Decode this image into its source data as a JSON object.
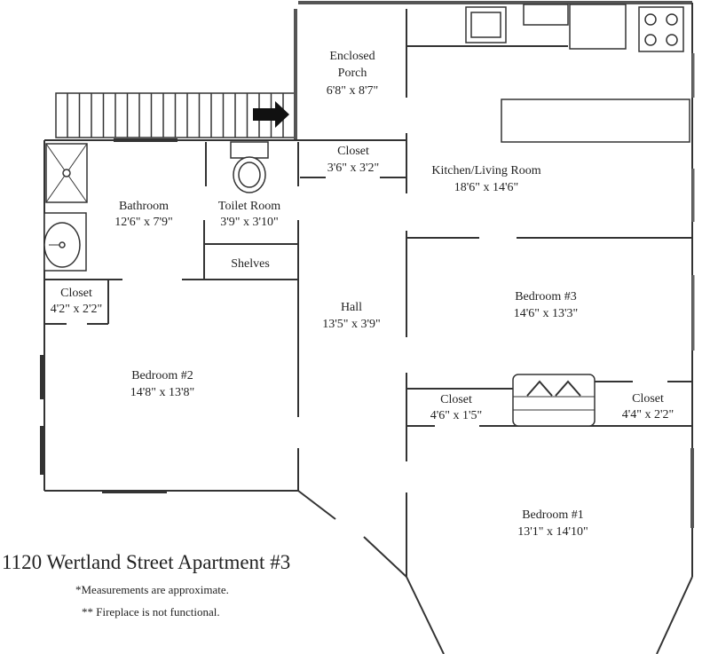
{
  "title": "1120 Wertland Street Apartment #3",
  "notes": [
    "*Measurements are approximate.",
    "** Fireplace is not functional."
  ],
  "rooms": [
    {
      "name": "Enclosed",
      "name2": "Porch",
      "size": "6'8\" x 8'7\""
    },
    {
      "name": "Closet",
      "size": "3'6\" x 3'2\""
    },
    {
      "name": "Kitchen/Living Room",
      "size": "18'6\" x 14'6\""
    },
    {
      "name": "Bathroom",
      "size": "12'6\" x 7'9\""
    },
    {
      "name": "Toilet Room",
      "size": "3'9\" x 3'10\""
    },
    {
      "name": "Shelves"
    },
    {
      "name": "Closet",
      "size": "4'2\" x 2'2\""
    },
    {
      "name": "Hall",
      "size": "13'5\" x 3'9\""
    },
    {
      "name": "Bedroom #3",
      "size": "14'6\" x 13'3\""
    },
    {
      "name": "Bedroom #2",
      "size": "14'8\" x 13'8\""
    },
    {
      "name": "Closet",
      "size": "4'6\" x 1'5\""
    },
    {
      "name": "Closet",
      "size": "4'4\" x 2'2\""
    },
    {
      "name": "Bedroom #1",
      "size": "13'1\" x 14'10\""
    }
  ]
}
